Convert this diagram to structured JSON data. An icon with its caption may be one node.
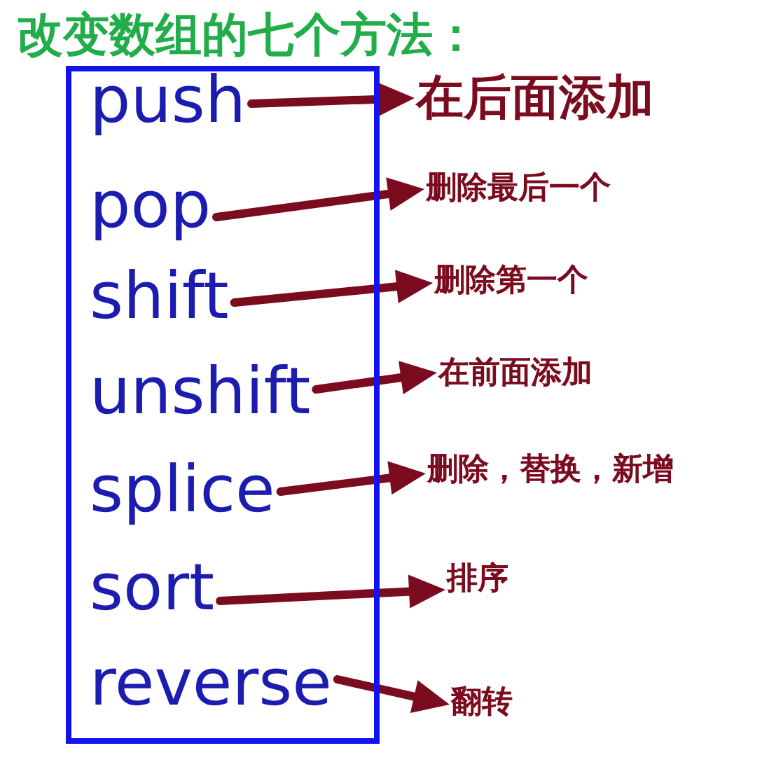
{
  "diagram": {
    "title": "改变数组的七个方法：",
    "nodes": [
      {
        "text": [],
        "shape": "box"
      },
      {
        "text": [
          "push"
        ],
        "in": 0
      },
      {
        "text": [
          "pop"
        ],
        "in": 0
      },
      {
        "text": [
          "shift"
        ],
        "in": 0
      },
      {
        "text": [
          "unshift"
        ],
        "in": 0
      },
      {
        "text": [
          "splice"
        ],
        "in": 0
      },
      {
        "text": [
          "sort"
        ],
        "in": 0
      },
      {
        "text": [
          "reverse"
        ],
        "in": 0
      },
      {
        "text": [
          "在后面添加"
        ]
      },
      {
        "text": [
          "删除最后一个"
        ]
      },
      {
        "text": [
          "删除第一个"
        ]
      },
      {
        "text": [
          "在前面添加"
        ]
      },
      {
        "text": [
          "删除，替换，新增"
        ]
      },
      {
        "text": [
          "排序"
        ]
      },
      {
        "text": [
          "翻转"
        ]
      }
    ],
    "edges": [
      {
        "from": 1,
        "to": 8,
        "arrow": "to"
      },
      {
        "from": 2,
        "to": 9,
        "arrow": "to"
      },
      {
        "from": 3,
        "to": 10,
        "arrow": "to"
      },
      {
        "from": 4,
        "to": 11,
        "arrow": "to"
      },
      {
        "from": 5,
        "to": 12,
        "arrow": "to"
      },
      {
        "from": 6,
        "to": 13,
        "arrow": "to"
      },
      {
        "from": 7,
        "to": 14,
        "arrow": "to"
      }
    ]
  }
}
